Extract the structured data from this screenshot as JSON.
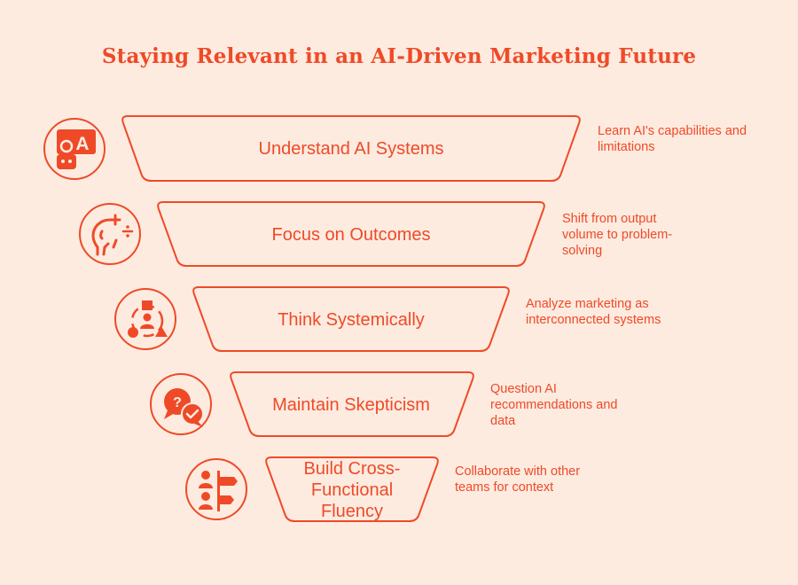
{
  "title": "Staying Relevant in an AI-Driven Marketing Future",
  "accent_color": "#ef4a27",
  "background_color": "#fdebe0",
  "stages": [
    {
      "label": "Understand AI Systems",
      "description": "Learn AI's capabilities and limitations",
      "icon": "ai-robot-icon"
    },
    {
      "label": "Focus on Outcomes",
      "description": "Shift from output volume to problem-solving",
      "icon": "head-math-icon"
    },
    {
      "label": "Think Systemically",
      "description": "Analyze marketing as interconnected systems",
      "icon": "connected-shapes-icon"
    },
    {
      "label": "Maintain Skepticism",
      "description": "Question AI recommendations and data",
      "icon": "question-chat-icon"
    },
    {
      "label": "Build Cross-Functional Fluency",
      "description": "Collaborate with other teams for context",
      "icon": "team-signpost-icon"
    }
  ]
}
